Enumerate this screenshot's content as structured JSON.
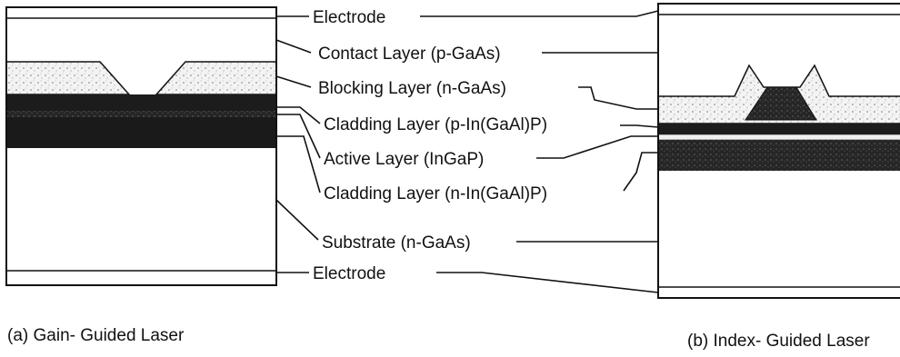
{
  "labels": {
    "electrode_top": "Electrode",
    "contact": "Contact Layer (p-GaAs)",
    "blocking": "Blocking Layer (n-GaAs)",
    "clad_p": "Cladding Layer (p-In(GaAl)P)",
    "active": "Active Layer (InGaP)",
    "clad_n": "Cladding Layer (n-In(GaAl)P)",
    "substrate": "Substrate (n-GaAs)",
    "electrode_bottom": "Electrode"
  },
  "captions": {
    "a": "(a) Gain- Guided Laser",
    "b": "(b) Index- Guided Laser"
  }
}
